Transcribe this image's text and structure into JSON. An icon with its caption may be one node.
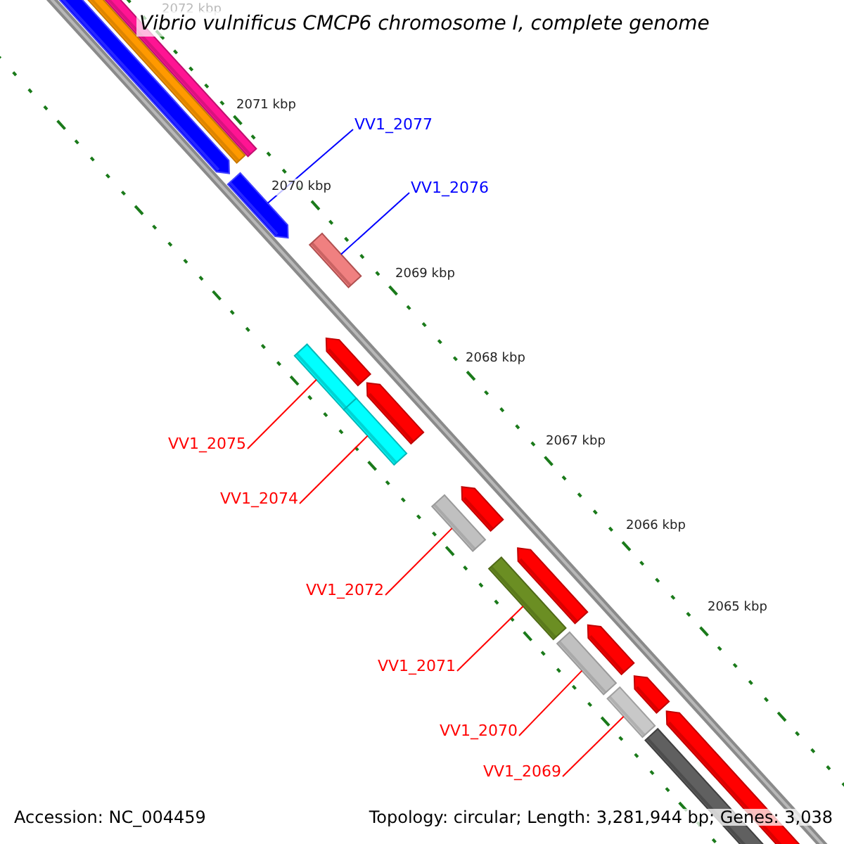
{
  "diagram": {
    "title": "Vibrio vulnificus CMCP6 chromosome I, complete genome",
    "nodes": [
      {
        "text": [
          "VV1_2077"
        ]
      },
      {
        "text": [],
        "shape": "arrow"
      },
      {
        "text": [
          "VV1_2076"
        ]
      },
      {
        "text": [],
        "shape": "bar"
      },
      {
        "text": [
          "VV1_2075"
        ]
      },
      {
        "text": [],
        "shape": "bar"
      },
      {
        "text": [
          "VV1_2074"
        ]
      },
      {
        "text": [],
        "shape": "bar"
      },
      {
        "text": [
          "VV1_2072"
        ]
      },
      {
        "text": [],
        "shape": "bar"
      },
      {
        "text": [
          "VV1_2071"
        ]
      },
      {
        "text": [],
        "shape": "bar"
      },
      {
        "text": [
          "VV1_2070"
        ]
      },
      {
        "text": [],
        "shape": "bar"
      },
      {
        "text": [
          "VV1_2069"
        ]
      },
      {
        "text": [],
        "shape": "bar"
      }
    ],
    "edges": [
      {
        "from": 0,
        "to": 1,
        "arrow": "none",
        "color": "#0000ff"
      },
      {
        "from": 2,
        "to": 3,
        "arrow": "none",
        "color": "#0000ff"
      },
      {
        "from": 4,
        "to": 5,
        "arrow": "none"
      },
      {
        "from": 6,
        "to": 7,
        "arrow": "none"
      },
      {
        "from": 8,
        "to": 9,
        "arrow": "none"
      },
      {
        "from": 10,
        "to": 11,
        "arrow": "none"
      },
      {
        "from": 12,
        "to": 13,
        "arrow": "none"
      },
      {
        "from": 14,
        "to": 15,
        "arrow": "none"
      }
    ],
    "labels": [
      "2072 kbp",
      "2071 kbp",
      "2070 kbp",
      "2069 kbp",
      "2068 kbp",
      "2067 kbp",
      "2066 kbp",
      "2065 kbp",
      "Accession: NC_004459",
      "Topology: circular; Length: 3,281,944 bp; Genes: 3,038"
    ]
  }
}
